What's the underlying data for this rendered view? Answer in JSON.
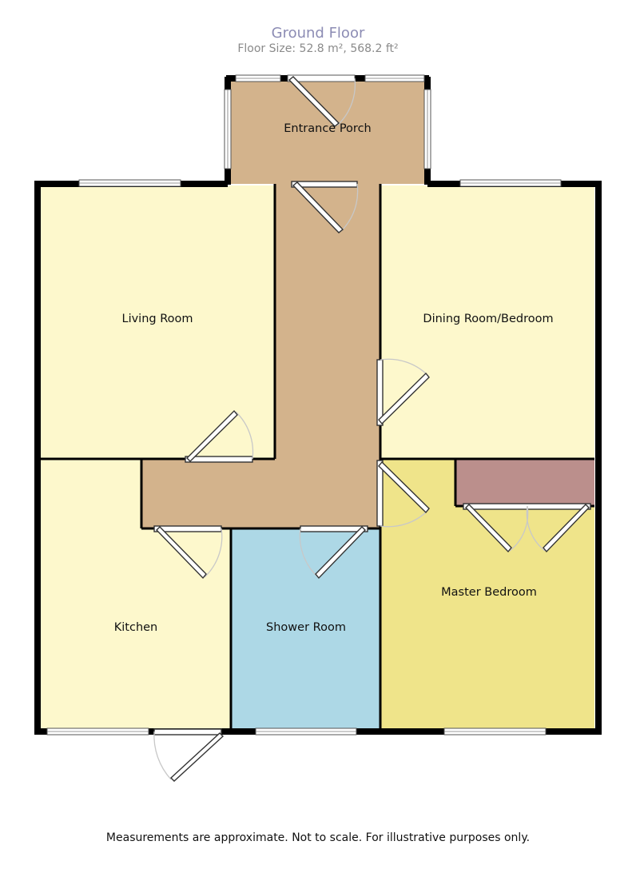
{
  "header": {
    "title": "Ground Floor",
    "floor_size": "Floor Size: 52.8 m², 568.2 ft²"
  },
  "rooms": {
    "entrance_porch": "Entrance Porch",
    "living_room": "Living Room",
    "dining_bedroom": "Dining Room/Bedroom",
    "kitchen": "Kitchen",
    "shower_room": "Shower Room",
    "master_bedroom": "Master Bedroom"
  },
  "colors": {
    "hall": "#d3b38c",
    "living": "#fdf8cc",
    "shower": "#add8e6",
    "master": "#efe48a",
    "wardrobe": "#bb8f8c",
    "wall": "#000000"
  },
  "footer": {
    "disclaimer": "Measurements are approximate. Not to scale. For illustrative purposes only."
  }
}
